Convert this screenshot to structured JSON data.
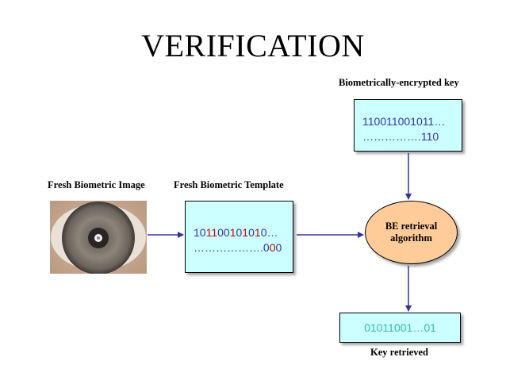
{
  "title": "VERIFICATION",
  "labels": {
    "fresh_image": "Fresh Biometric Image",
    "fresh_template": "Fresh Biometric Template",
    "encrypted_key": "Biometrically-encrypted key",
    "key_retrieved": "Key retrieved"
  },
  "template_box": {
    "line1_segments": [
      "10",
      "11",
      "00",
      "1",
      "0",
      "1",
      "0",
      "1",
      "0",
      "…"
    ],
    "line2_segments": [
      "……………….",
      "0",
      "0",
      "0"
    ]
  },
  "encrypted_key_box": {
    "line1": "110011001011…",
    "line2": "…………….110"
  },
  "algorithm": {
    "line1": "BE retrieval",
    "line2": "algorithm"
  },
  "retrieved_key_box": {
    "value": "01011001…01"
  },
  "colors": {
    "box_fill": "#ccffff",
    "ellipse_fill": "#ffcc99",
    "arrow": "#333399",
    "bit_red": "#cc0000",
    "bit_blue": "#3333aa",
    "retrieved_text": "#33bbaa"
  }
}
